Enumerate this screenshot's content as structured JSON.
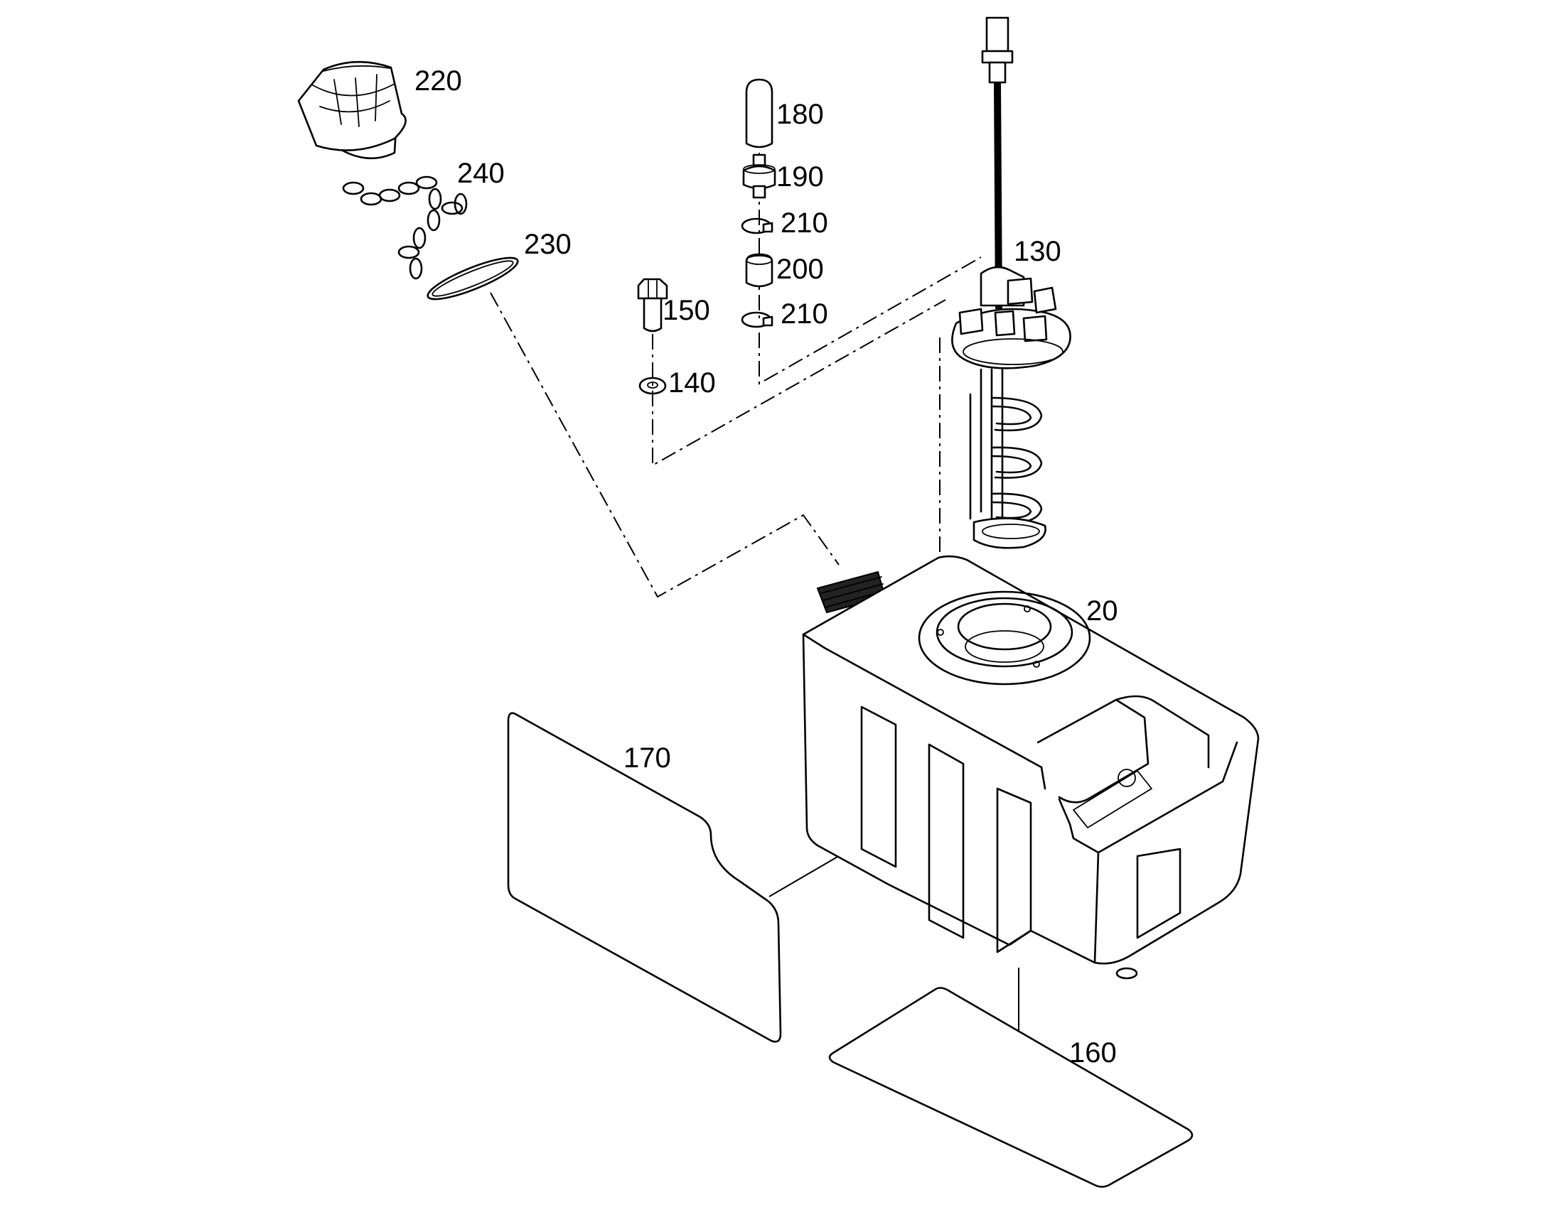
{
  "callouts": {
    "c220": "220",
    "c240": "240",
    "c230": "230",
    "c180": "180",
    "c190": "190",
    "c210a": "210",
    "c200": "200",
    "c210b": "210",
    "c150": "150",
    "c140": "140",
    "c130": "130",
    "c20": "20",
    "c170": "170",
    "c160": "160"
  }
}
